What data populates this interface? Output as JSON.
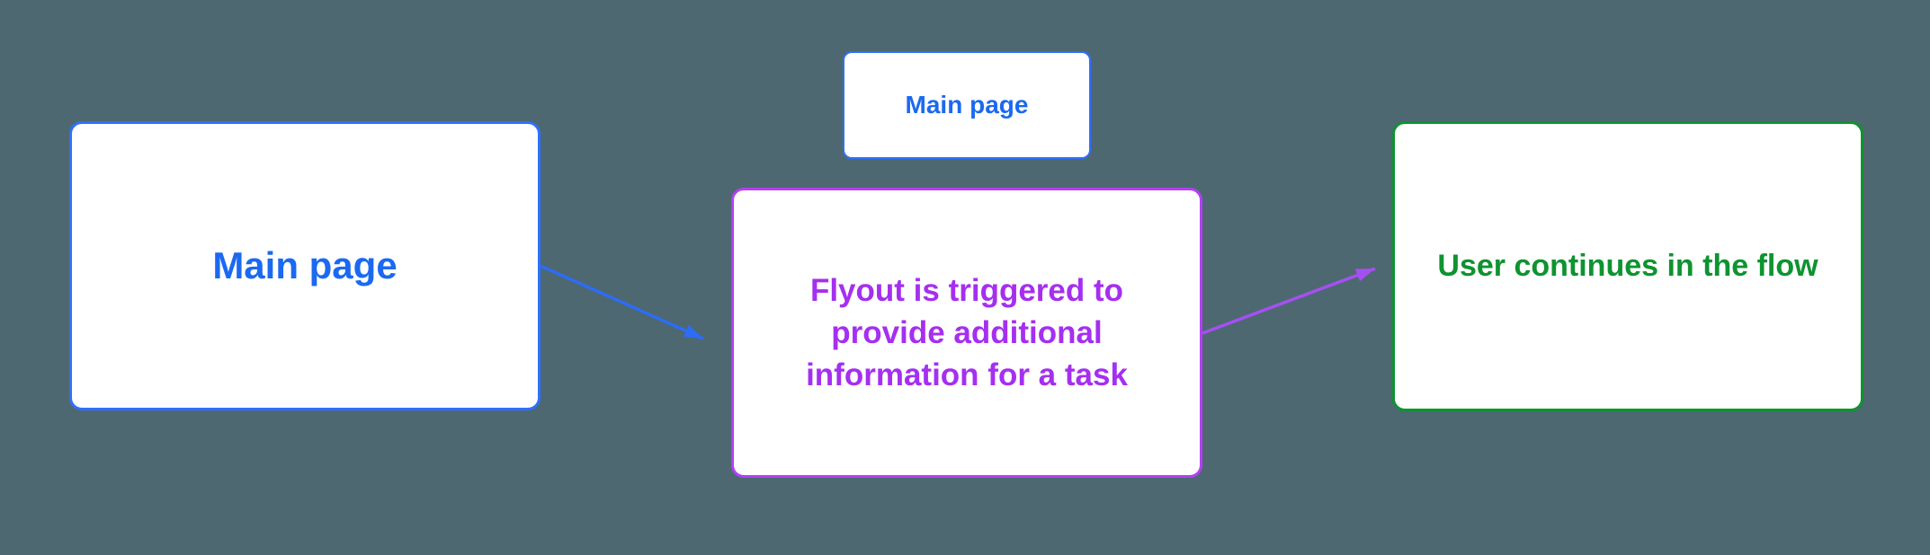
{
  "colors": {
    "background": "#4d6870",
    "node_fill": "#ffffff"
  },
  "nodes": {
    "main_page_large": {
      "label": "Main page",
      "text_color": "#1b69f1",
      "border_color": "#2e70ff"
    },
    "main_page_small": {
      "label": "Main page",
      "text_color": "#1b69f1",
      "border_color": "#2e70ff"
    },
    "flyout": {
      "lines": [
        "Flyout is triggered to",
        "provide additional",
        "information for a task"
      ],
      "text_color": "#a52ff0",
      "border_color": "#b340f5"
    },
    "continue": {
      "label": "User continues in the flow",
      "text_color": "#0e9330",
      "border_color": "#0e9330"
    }
  },
  "edges": {
    "main_to_flyout": {
      "color": "#2c6cf6"
    },
    "flyout_to_continue": {
      "color": "#a54ff2"
    }
  }
}
